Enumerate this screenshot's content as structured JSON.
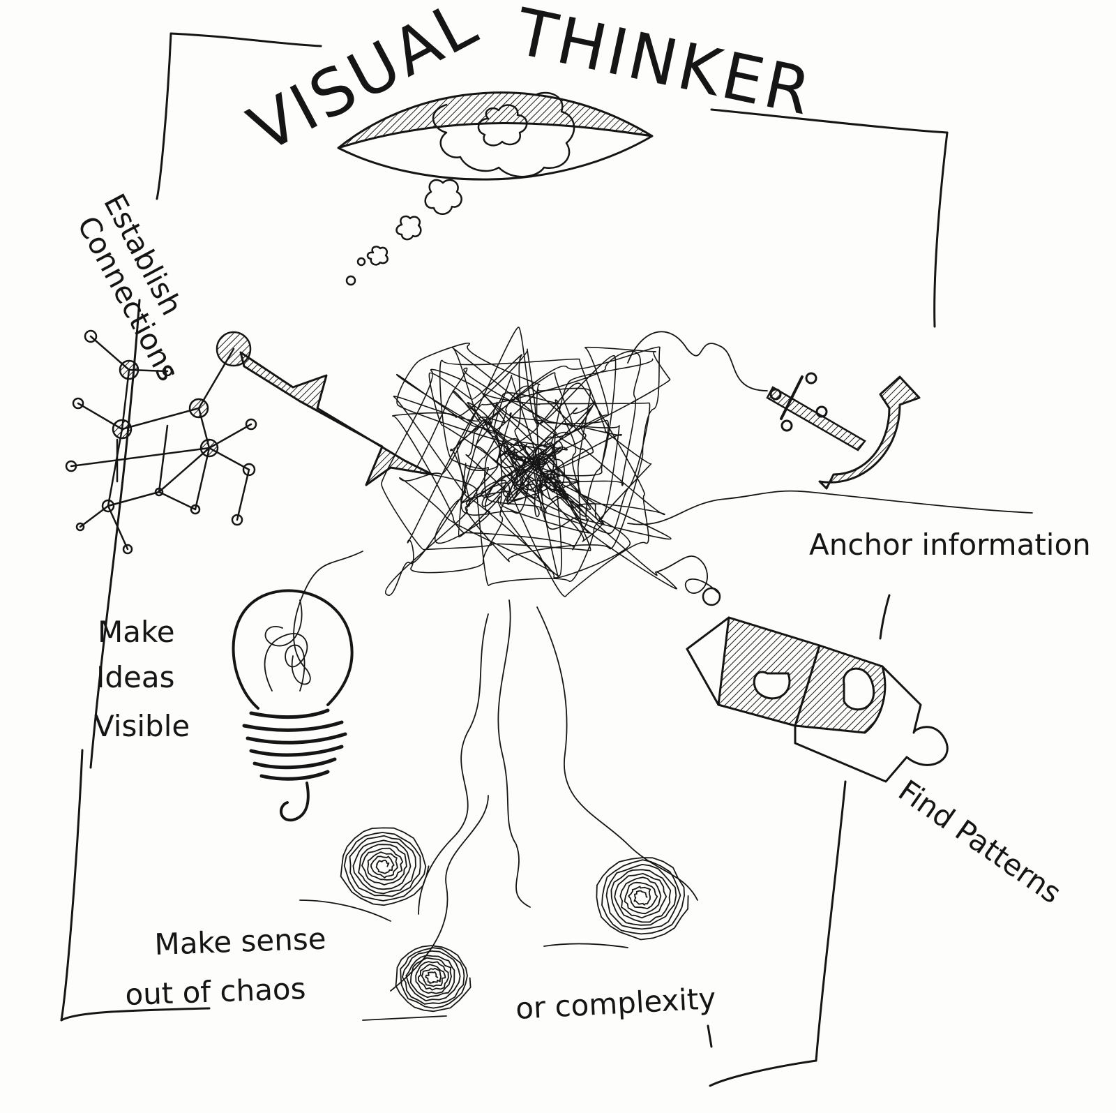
{
  "title": {
    "left": "VISUAL",
    "right": "THINKER"
  },
  "labels": {
    "establish": "Establish",
    "connections": "Connections",
    "anchor": "Anchor information",
    "make_ideas_1": "Make",
    "make_ideas_2": "Ideas",
    "make_ideas_3": "Visible",
    "find_patterns": "Find Patterns",
    "sense_1": "Make sense",
    "sense_2": "out of chaos",
    "complexity": "or complexity"
  },
  "colors": {
    "ink": "#151515",
    "paper": "#fdfdfb"
  },
  "icons": [
    "eye-icon",
    "thought-bubble-icon",
    "network-icon",
    "arrow-icon",
    "tangle-icon",
    "anchor-icon",
    "lightbulb-icon",
    "puzzle-icon",
    "spiral-icon"
  ]
}
